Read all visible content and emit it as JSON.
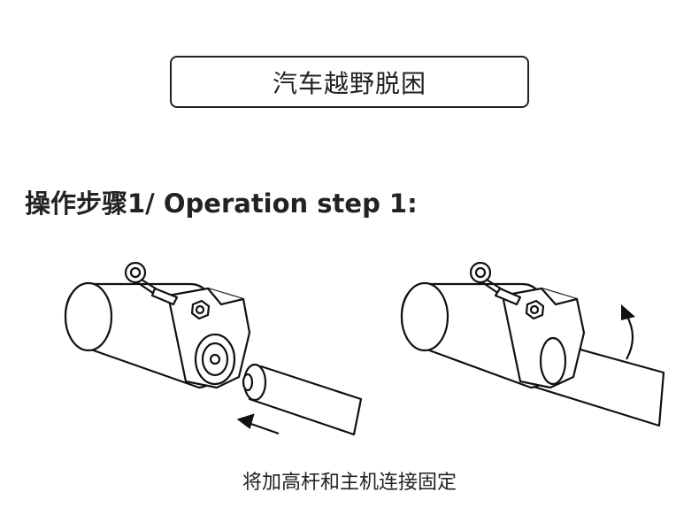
{
  "header": {
    "title": "汽车越野脱困"
  },
  "step": {
    "heading": "操作步骤1/ Operation step 1:"
  },
  "caption": {
    "text": "将加高杆和主机连接固定"
  }
}
